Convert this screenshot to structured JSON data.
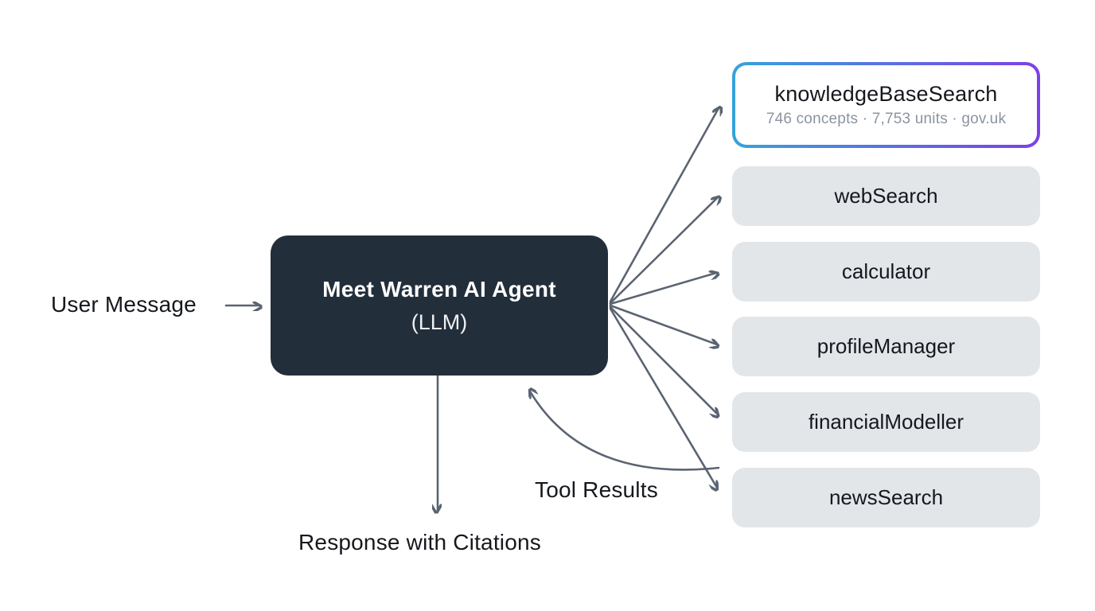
{
  "agent": {
    "title": "Meet Warren AI Agent",
    "subtitle": "(LLM)"
  },
  "labels": {
    "input": "User Message",
    "tool_results": "Tool Results",
    "output": "Response with Citations"
  },
  "tools": [
    {
      "name": "knowledgeBaseSearch",
      "meta": "746 concepts · 7,753 units · gov.uk",
      "highlighted": true
    },
    {
      "name": "webSearch",
      "highlighted": false
    },
    {
      "name": "calculator",
      "highlighted": false
    },
    {
      "name": "profileManager",
      "highlighted": false
    },
    {
      "name": "financialModeller",
      "highlighted": false
    },
    {
      "name": "newsSearch",
      "highlighted": false
    }
  ],
  "colors": {
    "background": "#ffffff",
    "agent_box": "#232e3b",
    "agent_text": "#ffffff",
    "tool_box": "#e3e6e9",
    "tool_text": "#15181d",
    "arrow": "#5b6471",
    "label_text": "#15181c",
    "meta_text": "#8b949e",
    "grad_start": "#36a3db",
    "grad_end": "#7c40e8"
  }
}
